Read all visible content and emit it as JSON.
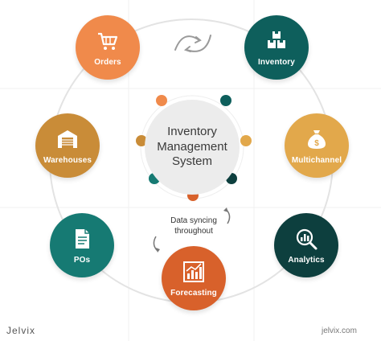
{
  "center": {
    "title_line1": "Inventory",
    "title_line2": "Management",
    "title_line3": "System"
  },
  "sync": {
    "line1": "Data syncing",
    "line2": "throughout"
  },
  "nodes": [
    {
      "label": "Orders",
      "color": "#f08a4b",
      "icon": "shopping-cart-icon"
    },
    {
      "label": "Inventory",
      "color": "#0e5f5c",
      "icon": "boxes-icon"
    },
    {
      "label": "Multichannel",
      "color": "#e2a84b",
      "icon": "money-bag-icon"
    },
    {
      "label": "Analytics",
      "color": "#0d3f3e",
      "icon": "magnifier-chart-icon"
    },
    {
      "label": "Forecasting",
      "color": "#d8612b",
      "icon": "bar-chart-icon"
    },
    {
      "label": "POs",
      "color": "#167a73",
      "icon": "document-icon"
    },
    {
      "label": "Warehouses",
      "color": "#c98c38",
      "icon": "warehouse-icon"
    }
  ],
  "brand": {
    "left": "Jelvix",
    "right": "jelvix.com"
  },
  "colors": {
    "ring": "#e3e3e3",
    "center_bg": "#ececec",
    "dot_orange": "#f08a4b",
    "dot_teal": "#0e5f5c",
    "dot_gold": "#e2a84b",
    "dot_red": "#d8612b"
  }
}
